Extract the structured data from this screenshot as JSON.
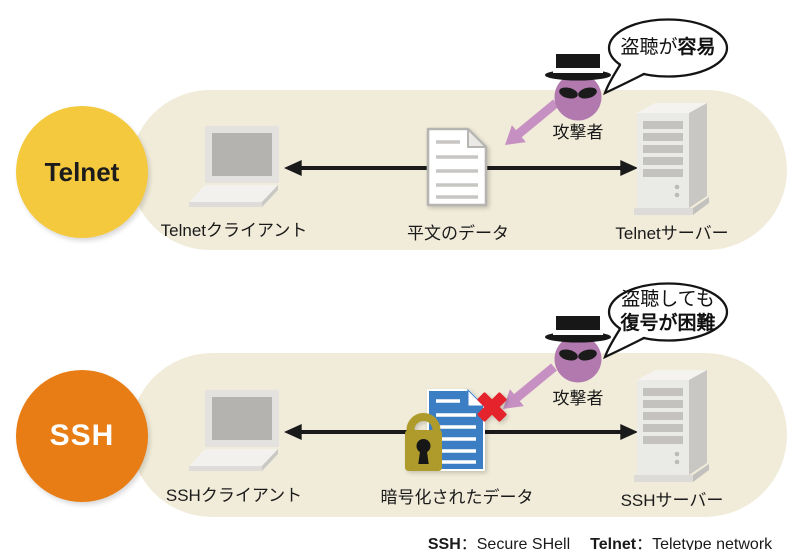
{
  "colors": {
    "pill_bg": "#f1ecd9",
    "telnet_yellow": "#f5c93e",
    "ssh_orange": "#e87d15",
    "attacker_purple": "#b279ae",
    "attack_arrow_pink": "#c691c2",
    "encrypted_doc_blue": "#3b7ec4",
    "lock_gold": "#ae9b2c",
    "error_red": "#e5232c",
    "transfer_arrow_black": "#1a1a1a"
  },
  "icons": [
    "laptop-icon",
    "server-icon",
    "document-icon",
    "encrypted-document-icon",
    "lock-icon",
    "error-x-icon",
    "attacker-icon",
    "speech-bubble",
    "attack-arrow-icon",
    "transfer-arrow-icon"
  ],
  "sections": {
    "telnet": {
      "badge": "Telnet",
      "client_label": "Telnetクライアント",
      "data_label": "平文のデータ",
      "server_label": "Telnetサーバー",
      "attacker_label": "攻撃者",
      "bubble_normal": "盗聴が",
      "bubble_bold": "容易"
    },
    "ssh": {
      "badge": "SSH",
      "client_label": "SSHクライアント",
      "data_label": "暗号化されたデータ",
      "server_label": "SSHサーバー",
      "attacker_label": "攻撃者",
      "bubble_line1": "盗聴しても",
      "bubble_line2": "復号が困難"
    }
  },
  "footer": {
    "ssh_term": "SSH",
    "ssh_def": "：Secure SHell",
    "telnet_term": "Telnet",
    "telnet_def": "：Teletype network"
  }
}
